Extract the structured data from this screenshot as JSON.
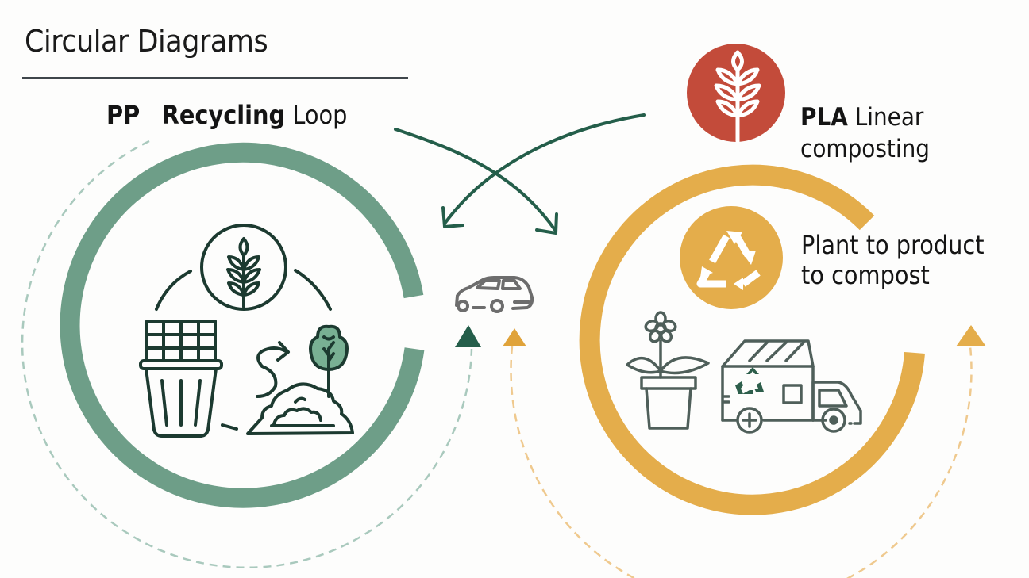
{
  "title": "Circular Diagrams",
  "left_loop": {
    "label_bold_1": "PP",
    "label_bold_2": "Recycling",
    "label_regular": "Loop",
    "ring_color": "#6e9e88",
    "dashed_color": "#a9c9bd",
    "icons": [
      "wheat-icon",
      "recycle-bin-icon",
      "compost-heap-icon",
      "tree-icon",
      "curved-arrow-icon"
    ]
  },
  "right_loop": {
    "label_bold": "PLA",
    "label_line1_rest": "Linear",
    "label_line2": "composting",
    "sublabel_line1": "Plant to product",
    "sublabel_line2": "to compost",
    "ring_color": "#e4ad4b",
    "dashed_color": "#efc98e",
    "badge_color": "#c34b3a",
    "icons": [
      "wheat-badge-icon",
      "recycle-badge-icon",
      "potted-flower-icon",
      "recycling-truck-icon"
    ]
  },
  "center": {
    "icons": [
      "car-icon",
      "up-triangle-green-icon",
      "up-triangle-orange-icon",
      "crossing-arrows-icon"
    ]
  },
  "colors": {
    "dark_green": "#245e4a",
    "icon_stroke": "#1c3a30",
    "icon_gray": "#4f5f5a",
    "car_gray": "#6d6d6d",
    "orange_triangle": "#e0a33a"
  }
}
